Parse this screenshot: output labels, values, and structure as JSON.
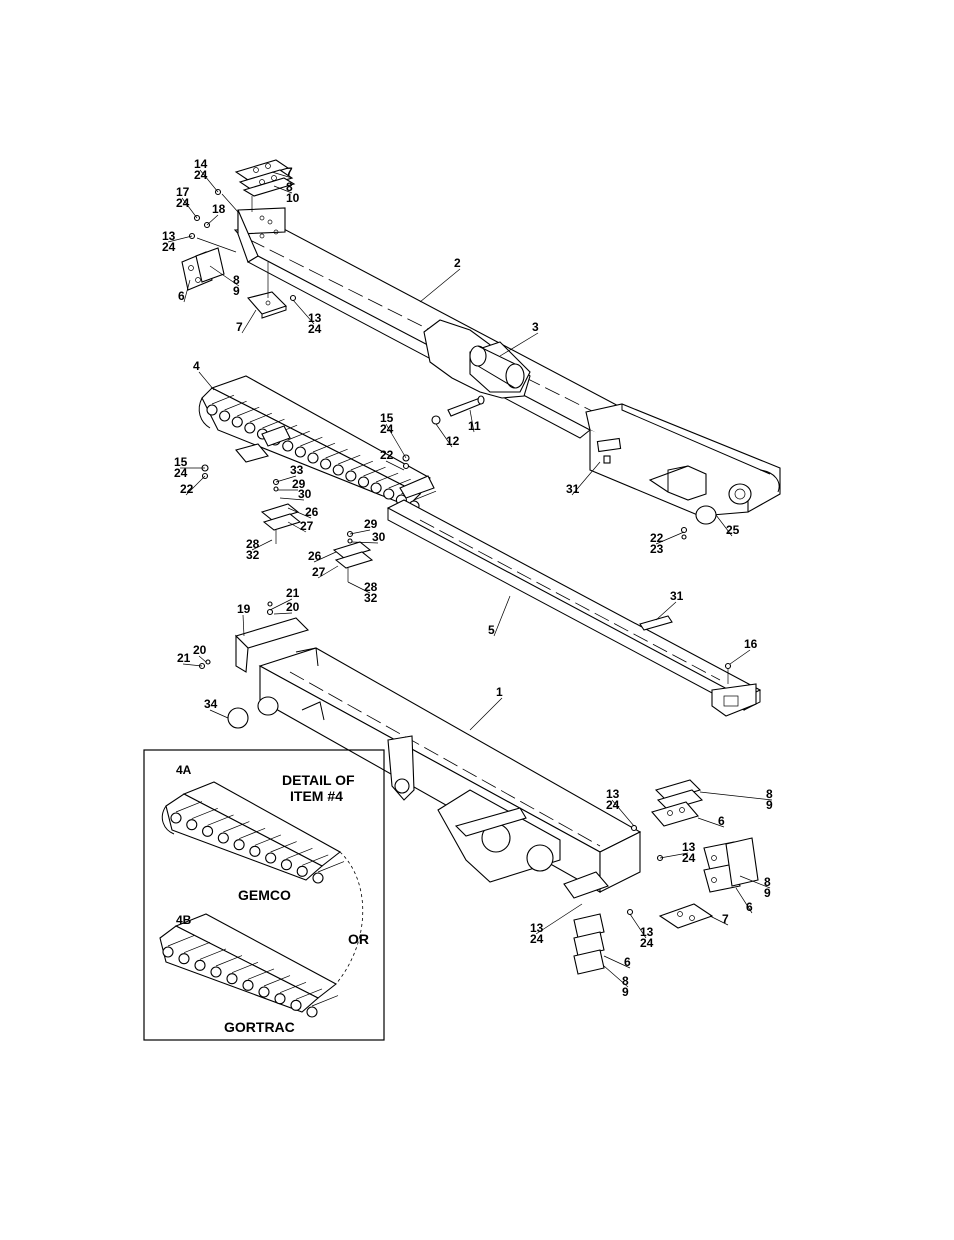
{
  "detail": {
    "title_line1": "DETAIL OF",
    "title_line2": "ITEM #4",
    "variant_a": "4A",
    "variant_b": "4B",
    "brand_a": "GEMCO",
    "brand_b": "GORTRAC",
    "connector": "OR"
  },
  "callouts": [
    {
      "line1": "14",
      "line2": "24"
    },
    {
      "line1": "7",
      "line2": ""
    },
    {
      "line1": "8",
      "line2": "10"
    },
    {
      "line1": "17",
      "line2": "24"
    },
    {
      "line1": "18",
      "line2": ""
    },
    {
      "line1": "13",
      "line2": "24"
    },
    {
      "line1": "8",
      "line2": "9"
    },
    {
      "line1": "6",
      "line2": ""
    },
    {
      "line1": "7",
      "line2": ""
    },
    {
      "line1": "13",
      "line2": "24"
    },
    {
      "line1": "2",
      "line2": ""
    },
    {
      "line1": "3",
      "line2": ""
    },
    {
      "line1": "4",
      "line2": ""
    },
    {
      "line1": "11",
      "line2": ""
    },
    {
      "line1": "12",
      "line2": ""
    },
    {
      "line1": "15",
      "line2": "24"
    },
    {
      "line1": "22",
      "line2": ""
    },
    {
      "line1": "15",
      "line2": "24"
    },
    {
      "line1": "22",
      "line2": ""
    },
    {
      "line1": "33",
      "line2": ""
    },
    {
      "line1": "29",
      "line2": ""
    },
    {
      "line1": "30",
      "line2": ""
    },
    {
      "line1": "26",
      "line2": ""
    },
    {
      "line1": "27",
      "line2": ""
    },
    {
      "line1": "28",
      "line2": "32"
    },
    {
      "line1": "29",
      "line2": ""
    },
    {
      "line1": "30",
      "line2": ""
    },
    {
      "line1": "26",
      "line2": ""
    },
    {
      "line1": "27",
      "line2": ""
    },
    {
      "line1": "28",
      "line2": "32"
    },
    {
      "line1": "31",
      "line2": ""
    },
    {
      "line1": "22",
      "line2": "23"
    },
    {
      "line1": "25",
      "line2": ""
    },
    {
      "line1": "21",
      "line2": ""
    },
    {
      "line1": "20",
      "line2": ""
    },
    {
      "line1": "19",
      "line2": ""
    },
    {
      "line1": "21",
      "line2": ""
    },
    {
      "line1": "20",
      "line2": ""
    },
    {
      "line1": "5",
      "line2": ""
    },
    {
      "line1": "31",
      "line2": ""
    },
    {
      "line1": "16",
      "line2": ""
    },
    {
      "line1": "34",
      "line2": ""
    },
    {
      "line1": "1",
      "line2": ""
    },
    {
      "line1": "13",
      "line2": "24"
    },
    {
      "line1": "8",
      "line2": "9"
    },
    {
      "line1": "6",
      "line2": ""
    },
    {
      "line1": "13",
      "line2": "24"
    },
    {
      "line1": "8",
      "line2": "9"
    },
    {
      "line1": "6",
      "line2": ""
    },
    {
      "line1": "7",
      "line2": ""
    },
    {
      "line1": "13",
      "line2": "24"
    },
    {
      "line1": "13",
      "line2": "24"
    },
    {
      "line1": "6",
      "line2": ""
    },
    {
      "line1": "8",
      "line2": "9"
    }
  ]
}
